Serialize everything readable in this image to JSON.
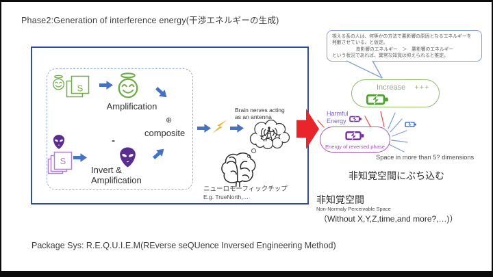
{
  "colors": {
    "navy": "#2f4d9e",
    "dashed-blue": "#96abdb",
    "green": "#6fad47",
    "purple": "#5c2d91",
    "purple-light": "#b07fd4",
    "arrow-blue": "#4472c4",
    "bolt-yellow": "#f0b33c",
    "red": "#e8252a",
    "bubble-border": "#7f9fd8",
    "bubble-text": "#595959",
    "oval-green": "#8fbc6f",
    "increase-gray-green": "#98a592",
    "battery-green": "#4ea32e",
    "harmful-violet": "#7d63c8",
    "oval-purple": "#a254b8",
    "battery-blue": "#4472c4",
    "line-red": "#e0524d",
    "line-blue": "#7a9fd4",
    "text-dark": "#3d3d3d",
    "text-mid": "#4a4a4a",
    "ink": "#303030"
  },
  "header": {
    "title": "Phase2:Generation of interference energy(干渉エネルギーの生成)"
  },
  "diagram": {
    "amplify": {
      "source_tag": "S",
      "label": "Amplification"
    },
    "invert": {
      "source_tag": "S",
      "minus": "-",
      "label_line1": "Invert &",
      "label_line2": "Amplification"
    },
    "composite": {
      "symbol": "⊕",
      "label": "composite"
    },
    "antenna_caption_line1": "Brain nerves acting",
    "antenna_caption_line2": "as an antenna",
    "chip_caption_line1": "ニューロモーフィックチップ",
    "chip_caption_line2": "E.g. TrueNorth,…"
  },
  "hypothesis_bubble": {
    "line1": "視える系の人は、何等かの方法で悪影響の原因となるエネルギーを",
    "line2": "発散させている、と仮定。",
    "line3": "良影響のエネルギー　＞　悪影響のエネルギー",
    "line4": "という状況であれば、異常な知覚は抑えられると推定。"
  },
  "energy_panel": {
    "increase_word": "Increase",
    "increase_plus": "+++",
    "harmful_line1": "Harmful",
    "harmful_line2": "Energy",
    "reversed_label": "Energy of reversed phase",
    "space_dimensions": "Space in more than 5? dimensions",
    "throw_caption": "非知覚空間にぶち込む",
    "space_title": "非知覚空間",
    "space_subtitle": "Non-Normaly Perceivable Space",
    "space_detail": "（Without X,Y,Z,time,and more?,…)）"
  },
  "footer": {
    "label": "Package Sys: R.E.Q.U.I.E.M(REverse seQUence Inversed Engineering Method)"
  }
}
